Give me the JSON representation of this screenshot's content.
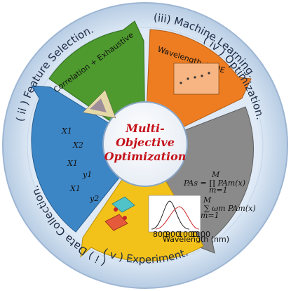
{
  "center": {
    "lines": [
      "Multi-",
      "Objective",
      "Optimization"
    ]
  },
  "ring_labels": [
    {
      "id": "data-collection",
      "text": "( i ) Data Collection."
    },
    {
      "id": "feature-selection",
      "text": "( ii ) Feature Selection."
    },
    {
      "id": "machine-learning",
      "text": "(iii) Machine Learning."
    },
    {
      "id": "optimization",
      "text": "( iv ) Optimization."
    },
    {
      "id": "experiment",
      "text": "( v ) Experiment."
    }
  ],
  "segments": {
    "feature_selection": {
      "text": "Correlation + Exhaustive",
      "color": "#4e9a2e"
    },
    "machine_learning": {
      "text": "Wavelength + IQE",
      "color": "#ee7d22"
    },
    "optimization": {
      "color": "#8a8a8a",
      "pas": "PAs = ∏ PAm(x)",
      "pamo": "PAMO = ∑ ωm PAm(x)",
      "pas_limits": [
        "M",
        "m=1"
      ],
      "pamo_limits": [
        "M",
        "m=1"
      ]
    },
    "experiment": {
      "color": "#f3c21a",
      "axis_ticks": [
        "800",
        "900",
        "1000",
        "1100"
      ],
      "axis_label": "Wavelength (nm)"
    },
    "data_collection": {
      "color": "#3d86c6",
      "symbols": [
        "X1",
        "X2",
        "X1",
        "y1",
        "X1",
        "y2"
      ]
    }
  },
  "colors": {
    "ring": "#d2e1f0",
    "center_fill": "#ffffff",
    "center_text": "#c4121a"
  }
}
